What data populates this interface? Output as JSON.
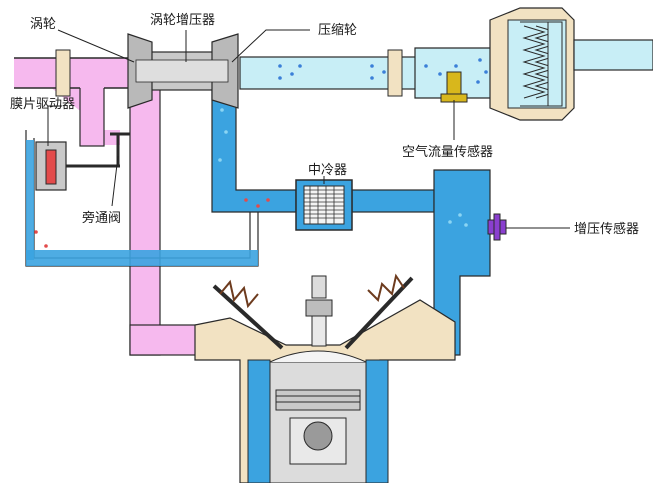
{
  "labels": {
    "turbine": "涡轮",
    "turbocharger": "涡轮增压器",
    "compressor": "压缩轮",
    "wastegate_actuator": "膜片驱动器",
    "bypass_valve": "旁通阀",
    "air_flow_sensor": "空气流量传感器",
    "intercooler": "中冷器",
    "boost_sensor": "增压传感器"
  },
  "colors": {
    "exhaust": "#f6b9ee",
    "intake": "#3ba3e0",
    "intake_light": "#c8eef6",
    "engine": "#f2e2c2",
    "sensor_yellow": "#d8b71c",
    "sensor_purple": "#8a3fcf",
    "outline": "#2a2a2a"
  }
}
